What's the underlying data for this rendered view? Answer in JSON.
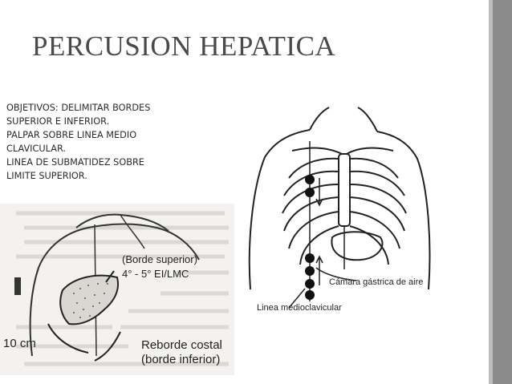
{
  "slide": {
    "title": "PERCUSION HEPATICA",
    "objectives": [
      "OBJETIVOS: DELIMITAR BORDES",
      "SUPERIOR E INFERIOR.",
      "PALPAR SOBRE LINEA MEDIO",
      "CLAVICULAR.",
      "LINEA DE SUBMATIDEZ SOBRE",
      "LIMITE SUPERIOR."
    ]
  },
  "figure_left": {
    "label_upper_1": "(Borde superior)",
    "label_upper_2": "4° - 5° EI/LMC",
    "label_lower_1": "Reborde costal",
    "label_lower_2": "(borde inferior)",
    "label_distance": "10 cm"
  },
  "figure_right": {
    "label_gastric": "Cámara gástrica de aire",
    "label_midclavicular": "Linea medioclavicular"
  },
  "colors": {
    "title": "#4a4a4a",
    "right_bar": "#8a8a8a"
  }
}
